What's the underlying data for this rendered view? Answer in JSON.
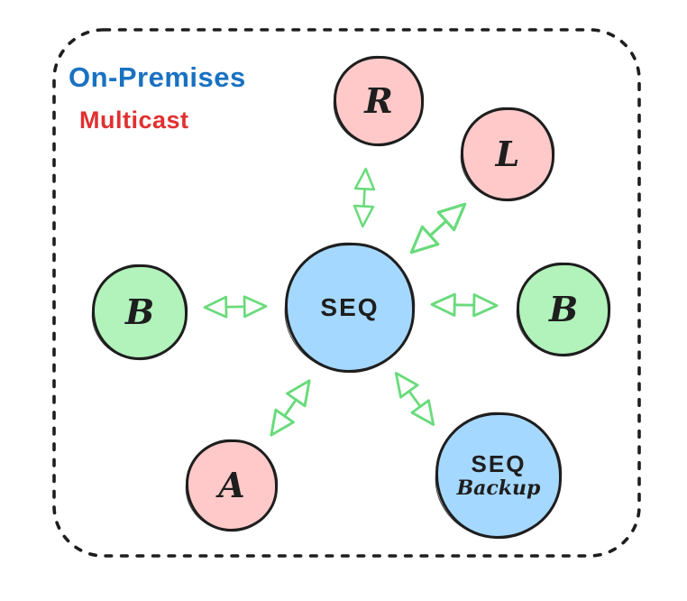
{
  "labels": {
    "on_premises": "On-Premises",
    "multicast": "Multicast"
  },
  "nodes": {
    "r": {
      "label": "R",
      "fill": "#ffc9c9"
    },
    "l": {
      "label": "L",
      "fill": "#ffc9c9"
    },
    "b_left": {
      "label": "B",
      "fill": "#b2f2bb"
    },
    "b_right": {
      "label": "B",
      "fill": "#b2f2bb"
    },
    "seq": {
      "label": "SEQ",
      "fill": "#a5d8ff"
    },
    "a": {
      "label": "A",
      "fill": "#ffc9c9"
    },
    "seq_backup": {
      "label_line1": "SEQ",
      "label_line2": "Backup",
      "fill": "#a5d8ff"
    }
  },
  "colors": {
    "outline": "#1e1e1e",
    "arrow_green": "#69db7c",
    "on_premises_blue": "#1971c2",
    "multicast_red": "#e03131",
    "node_pink": "#ffc9c9",
    "node_green": "#b2f2bb",
    "node_blue": "#a5d8ff",
    "background": "#ffffff"
  },
  "connections": [
    {
      "from": "SEQ",
      "to": "R",
      "style": "double-arrow"
    },
    {
      "from": "SEQ",
      "to": "L",
      "style": "double-arrow"
    },
    {
      "from": "SEQ",
      "to": "B-left",
      "style": "double-arrow"
    },
    {
      "from": "SEQ",
      "to": "B-right",
      "style": "double-arrow"
    },
    {
      "from": "SEQ",
      "to": "A",
      "style": "double-arrow"
    },
    {
      "from": "SEQ",
      "to": "SEQ-Backup",
      "style": "double-arrow"
    }
  ]
}
